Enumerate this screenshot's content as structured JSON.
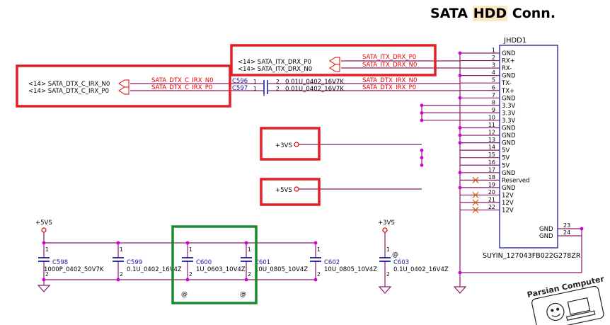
{
  "title": {
    "prefix": "SATA ",
    "highlight": "HDD",
    "suffix": " Conn."
  },
  "connector": {
    "ref": "JHDD1",
    "part": "SUYIN_127043FB022G278ZR",
    "pins": [
      {
        "num": "1",
        "name": "GND"
      },
      {
        "num": "2",
        "name": "RX+"
      },
      {
        "num": "3",
        "name": "RX-"
      },
      {
        "num": "4",
        "name": "GND"
      },
      {
        "num": "5",
        "name": "TX-"
      },
      {
        "num": "6",
        "name": "TX+"
      },
      {
        "num": "7",
        "name": "GND"
      },
      {
        "num": "8",
        "name": "3.3V"
      },
      {
        "num": "9",
        "name": "3.3V"
      },
      {
        "num": "10",
        "name": "3.3V"
      },
      {
        "num": "11",
        "name": "GND"
      },
      {
        "num": "12",
        "name": "GND"
      },
      {
        "num": "13",
        "name": "GND"
      },
      {
        "num": "14",
        "name": "5V"
      },
      {
        "num": "15",
        "name": "5V"
      },
      {
        "num": "16",
        "name": "5V"
      },
      {
        "num": "17",
        "name": "GND"
      },
      {
        "num": "18",
        "name": "Reserved"
      },
      {
        "num": "19",
        "name": "GND"
      },
      {
        "num": "20",
        "name": "12V"
      },
      {
        "num": "21",
        "name": "12V"
      },
      {
        "num": "22",
        "name": "12V"
      }
    ],
    "side_pins": [
      {
        "num": "23",
        "name": "GND"
      },
      {
        "num": "24",
        "name": "GND"
      }
    ]
  },
  "nets": {
    "rx_p_in": "<14> SATA_ITX_DRX_P0",
    "rx_n_in": "<14> SATA_ITX_DRX_N0",
    "tx_n_in": "<14> SATA_DTX_C_IRX_N0",
    "tx_p_in": "<14> SATA_DTX_C_IRX_P0",
    "rx_p_flag": "SATA_ITX_DRX_P0",
    "rx_n_flag": "SATA_ITX_DRX_N0",
    "tx_n_flag": "SATA_DTX_C_IRX_N0",
    "tx_p_flag": "SATA_DTX_C_IRX_P0",
    "tx_n_out": "SATA_DTX_IRX_N0",
    "tx_p_out": "SATA_DTX_IRX_P0",
    "v33": "+3VS",
    "v5": "+5VS"
  },
  "coupling_caps": [
    {
      "ref": "C596",
      "value": "0.01U_0402_16V7K",
      "p1": "1",
      "p2": "2"
    },
    {
      "ref": "C597",
      "value": "0.01U_0402_16V7K",
      "p1": "1",
      "p2": "2"
    }
  ],
  "decoupling": {
    "rail_5v": "+5VS",
    "rail_3v": "+3VS",
    "caps": [
      {
        "ref": "C598",
        "value": "1000P_0402_50V7K",
        "p1": "1",
        "p2": "2"
      },
      {
        "ref": "C599",
        "value": "0.1U_0402_16V4Z",
        "p1": "1",
        "p2": "2"
      },
      {
        "ref": "C600",
        "value": "1U_0603_10V4Z",
        "p1": "1",
        "p2": "2",
        "mark": "@"
      },
      {
        "ref": "C601",
        "value": "10U_0805_10V4Z",
        "p1": "1",
        "p2": "2",
        "mark": "@"
      },
      {
        "ref": "C602",
        "value": "10U_0805_10V4Z",
        "p1": "1",
        "p2": "2"
      },
      {
        "ref": "C603",
        "value": "0.1U_0402_16V4Z",
        "p1": "1",
        "p2": "2",
        "mark": "@"
      }
    ]
  },
  "colors": {
    "wire": "#8b1a6b",
    "junction": "#d400d4",
    "net_flag": "#e00000",
    "box_red": "#e41e26",
    "box_green": "#1a8a2e",
    "component": "#1a1aa0",
    "nc_mark": "#d06000"
  },
  "watermark": "Parsian Computer"
}
